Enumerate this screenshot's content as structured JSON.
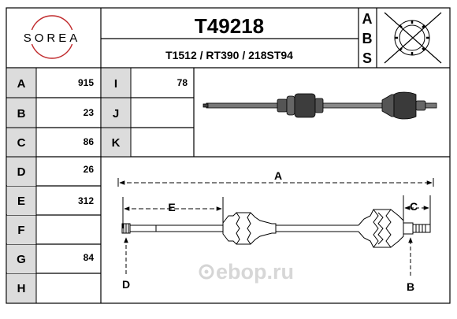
{
  "brand": {
    "logo_text": "SOREA"
  },
  "header": {
    "part_number": "T49218",
    "cross_refs": "T1512 / RT390 / 218ST94",
    "side_letters": [
      "A",
      "B",
      "S"
    ]
  },
  "specs": {
    "left": [
      {
        "key": "A",
        "value": "915"
      },
      {
        "key": "B",
        "value": "23"
      },
      {
        "key": "C",
        "value": "86"
      },
      {
        "key": "D",
        "value": "26"
      },
      {
        "key": "E",
        "value": "312"
      },
      {
        "key": "F",
        "value": ""
      },
      {
        "key": "G",
        "value": "84"
      },
      {
        "key": "H",
        "value": ""
      }
    ],
    "right": [
      {
        "key": "I",
        "value": "78"
      },
      {
        "key": "J",
        "value": ""
      },
      {
        "key": "K",
        "value": ""
      }
    ]
  },
  "diagram": {
    "labels": {
      "A": "A",
      "B": "B",
      "C": "C",
      "D": "D",
      "E": "E"
    },
    "watermark": "ebop.ru"
  },
  "colors": {
    "ink": "#000000",
    "logo_red": "#c0292b",
    "watermark": "#d9d9d9"
  }
}
